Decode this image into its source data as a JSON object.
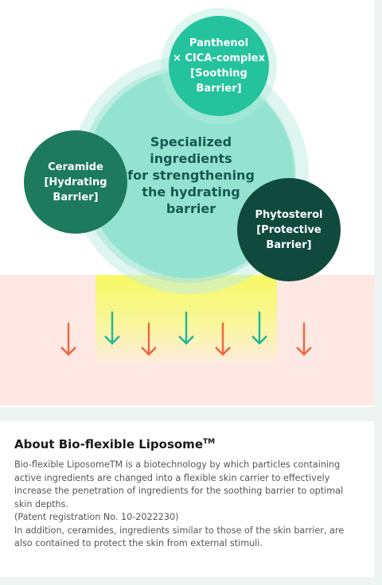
{
  "diagram": {
    "center_text": [
      "Specialized",
      "ingredients",
      "for strengthening",
      "the hydrating",
      "barrier"
    ],
    "bubbles": {
      "top": [
        "Panthenol",
        "× CICA-complex",
        "[Soothing",
        "Barrier]"
      ],
      "left": [
        "Ceramide",
        "[Hydrating",
        "Barrier]"
      ],
      "right": [
        "Phytosterol",
        "[Protective",
        "Barrier]"
      ]
    },
    "colors": {
      "teal": "#24c39d",
      "green": "#1d7a5c",
      "dark_green": "#0f4a3d",
      "mint": "#93e3d0",
      "arrow_orange": "#f0643c",
      "arrow_teal": "#1fb596",
      "skin": "#fde8e3",
      "glow": "#f6fa5a"
    },
    "arrows": [
      "orange",
      "teal",
      "orange",
      "teal",
      "orange",
      "teal",
      "orange"
    ]
  },
  "about": {
    "title": "About Bio-flexible Liposome",
    "title_mark": "TM",
    "paragraphs": [
      "Bio-flexible LiposomeTM is a biotechnology by which particles containing active ingredients are changed into a flexible skin carrier to effectively increase the penetration of ingredients for the soothing  barrier to optimal skin depths.",
      "(Patent registration No. 10-2022230)",
      "In addition, ceramides, ingredients similar to those of the skin barrier, are also contained to protect the skin from external stimuli."
    ]
  }
}
